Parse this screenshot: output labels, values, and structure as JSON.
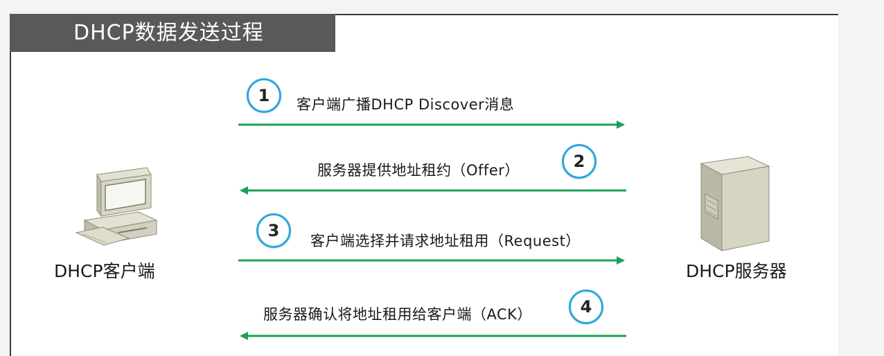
{
  "title": "DHCP数据发送过程",
  "client": {
    "label": "DHCP客户端",
    "icon": "desktop-computer-icon"
  },
  "server": {
    "label": "DHCP服务器",
    "icon": "server-tower-icon"
  },
  "steps": [
    {
      "number": "1",
      "label": "客户端广播DHCP Discover消息",
      "direction": "client-to-server"
    },
    {
      "number": "2",
      "label": "服务器提供地址租约（Offer）",
      "direction": "server-to-client"
    },
    {
      "number": "3",
      "label": "客户端选择并请求地址租用（Request）",
      "direction": "client-to-server"
    },
    {
      "number": "4",
      "label": "服务器确认将地址租用给客户端（ACK）",
      "direction": "server-to-client"
    }
  ],
  "colors": {
    "arrow": "#1aa253",
    "circle_border": "#2aa7de",
    "title_bg": "#595959"
  }
}
